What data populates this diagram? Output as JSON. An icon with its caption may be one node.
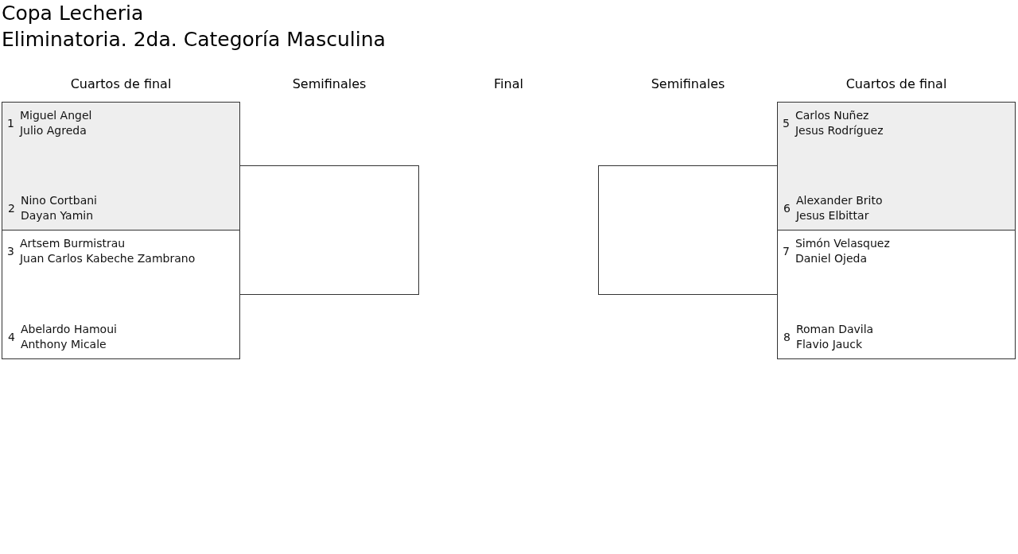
{
  "diagram": {
    "title": "Copa Lecheria",
    "nodes": [
      {
        "text": [
          "1",
          "Miguel Angel",
          "Julio Agreda",
          "2",
          "Nino Cortbani",
          "Dayan Yamin"
        ]
      },
      {
        "text": [
          "3",
          "Artsem Burmistrau",
          "Juan Carlos Kabeche Zambrano",
          "4",
          "Abelardo Hamoui",
          "Anthony Micale"
        ]
      },
      {
        "text": [],
        "shape": "box"
      },
      {
        "text": [],
        "shape": "box"
      },
      {
        "text": [
          "5",
          "Carlos Nuñez",
          "Jesus Rodríguez",
          "6",
          "Alexander Brito",
          "Jesus Elbittar"
        ]
      },
      {
        "text": [
          "7",
          "Simón Velasquez",
          "Daniel Ojeda",
          "8",
          "Roman Davila",
          "Flavio Jauck"
        ]
      }
    ],
    "labels": [
      "Eliminatoria. 2da. Categoría Masculina",
      "Cuartos de final",
      "Semifinales",
      "Final",
      "Semifinales",
      "Cuartos de final"
    ]
  }
}
